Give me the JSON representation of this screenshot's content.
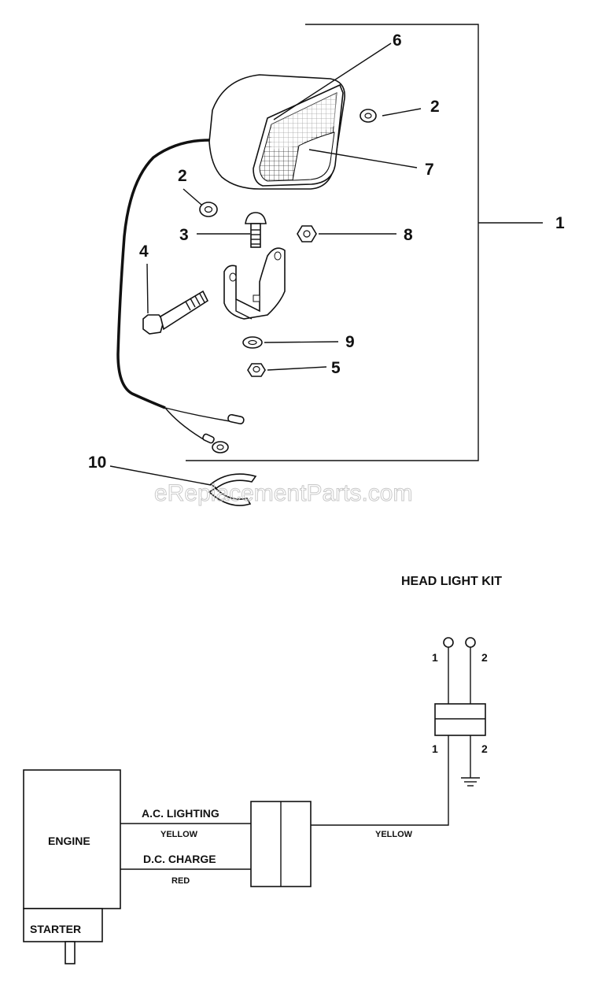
{
  "watermark": "eReplacementParts.com",
  "callouts": {
    "c1": "1",
    "c2a": "2",
    "c2b": "2",
    "c3": "3",
    "c4": "4",
    "c5": "5",
    "c6": "6",
    "c7": "7",
    "c8": "8",
    "c9": "9",
    "c10": "10"
  },
  "wiring": {
    "kit_title": "HEAD LIGHT KIT",
    "bulb_pin_1": "1",
    "bulb_pin_2": "2",
    "conn_pin_1": "1",
    "conn_pin_2": "2",
    "engine": "ENGINE",
    "starter": "STARTER",
    "ac_lighting": "A.C. LIGHTING",
    "yellow_1": "YELLOW",
    "dc_charge": "D.C. CHARGE",
    "red": "RED",
    "yellow_2": "YELLOW"
  }
}
